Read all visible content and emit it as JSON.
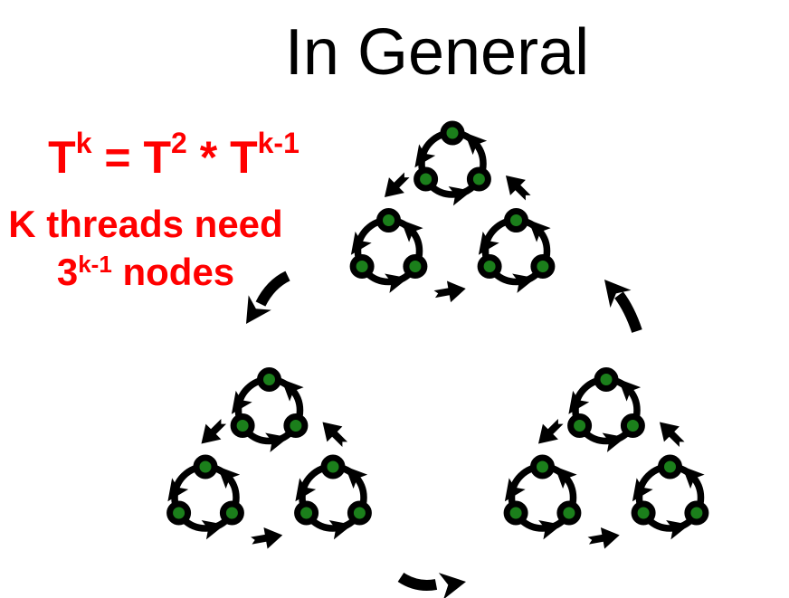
{
  "slide": {
    "title": "In General",
    "background_color": "#ffffff",
    "text_color": "#000000"
  },
  "annotation": {
    "color": "#ff0000",
    "formula": {
      "t1": "T",
      "s1": "k",
      "eq": " = ",
      "t2": "T",
      "s2": "2",
      "star": " * ",
      "t3": "T",
      "s3": "k-1"
    },
    "note": {
      "line1": "K threads need",
      "base": "3",
      "sup": "k-1",
      "rest": " nodes"
    }
  },
  "diagram": {
    "ink_color": "#000000",
    "node_color": "#1b7f1b",
    "cluster_count": 3,
    "rings_per_cluster": 3,
    "nodes_per_ring": 3,
    "ring_rotation": "counterclockwise",
    "cluster_rotation": "counterclockwise"
  }
}
